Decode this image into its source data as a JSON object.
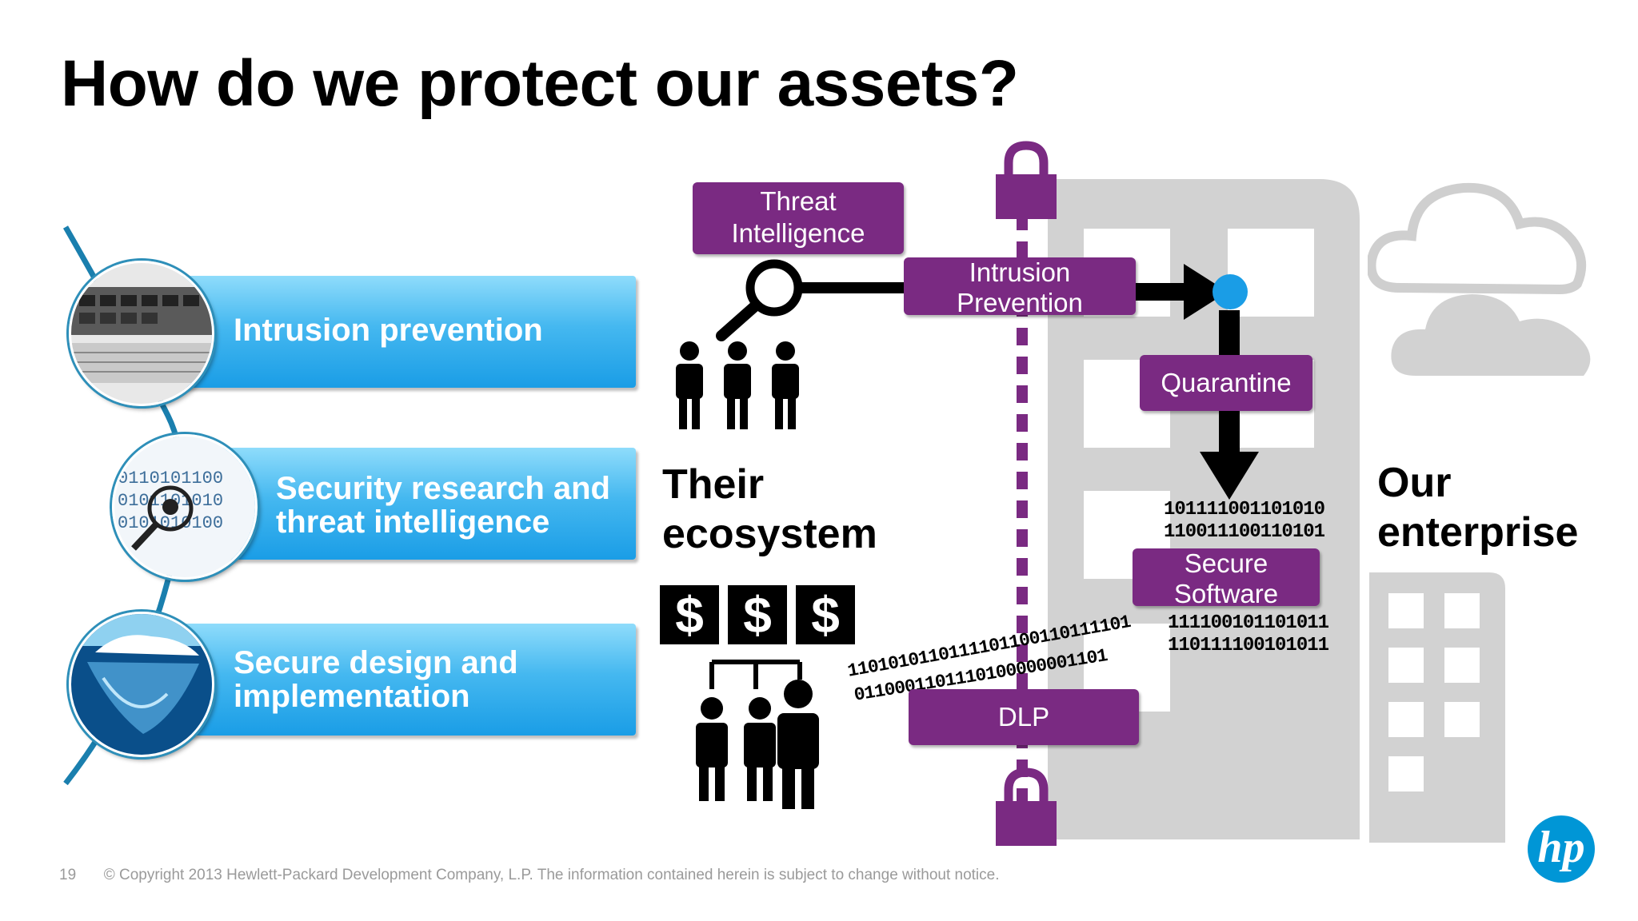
{
  "slide": {
    "title": "How do we protect our assets?",
    "page_number": "19",
    "copyright": "© Copyright 2013 Hewlett-Packard Development Company, L.P.  The information contained herein is subject to change without notice.",
    "logo_text": "hp"
  },
  "left_items": [
    {
      "label": "Intrusion prevention",
      "icon": "server-icon"
    },
    {
      "label_line1": "Security research and",
      "label_line2": "threat intelligence",
      "icon": "binary-bug-magnifier-icon"
    },
    {
      "label_line1": "Secure design and",
      "label_line2": "implementation",
      "icon": "iceberg-icon"
    }
  ],
  "diagram": {
    "threat_intelligence": {
      "line1": "Threat",
      "line2": "Intelligence"
    },
    "intrusion_prevention": {
      "line1": "Intrusion",
      "line2": "Prevention"
    },
    "quarantine": "Quarantine",
    "secure_software": {
      "line1": "Secure",
      "line2": "Software"
    },
    "dlp": "DLP",
    "their_ecosystem": {
      "line1": "Their",
      "line2": "ecosystem"
    },
    "our_enterprise": {
      "line1": "Our",
      "line2": "enterprise"
    },
    "binary_top": [
      "101111001101010",
      "110011100110101"
    ],
    "binary_bottom": [
      "111100101101011",
      "110111100101011"
    ],
    "binary_stream_1": "1101010110111101100110111101",
    "binary_stream_2": "0110001101110100000001101",
    "dollar_sign": "$"
  },
  "colors": {
    "purple": "#7a2a82",
    "blue_pill": "#1a9de6",
    "building_gray": "#d2d2d2",
    "accent_dot": "#1a9de6"
  }
}
